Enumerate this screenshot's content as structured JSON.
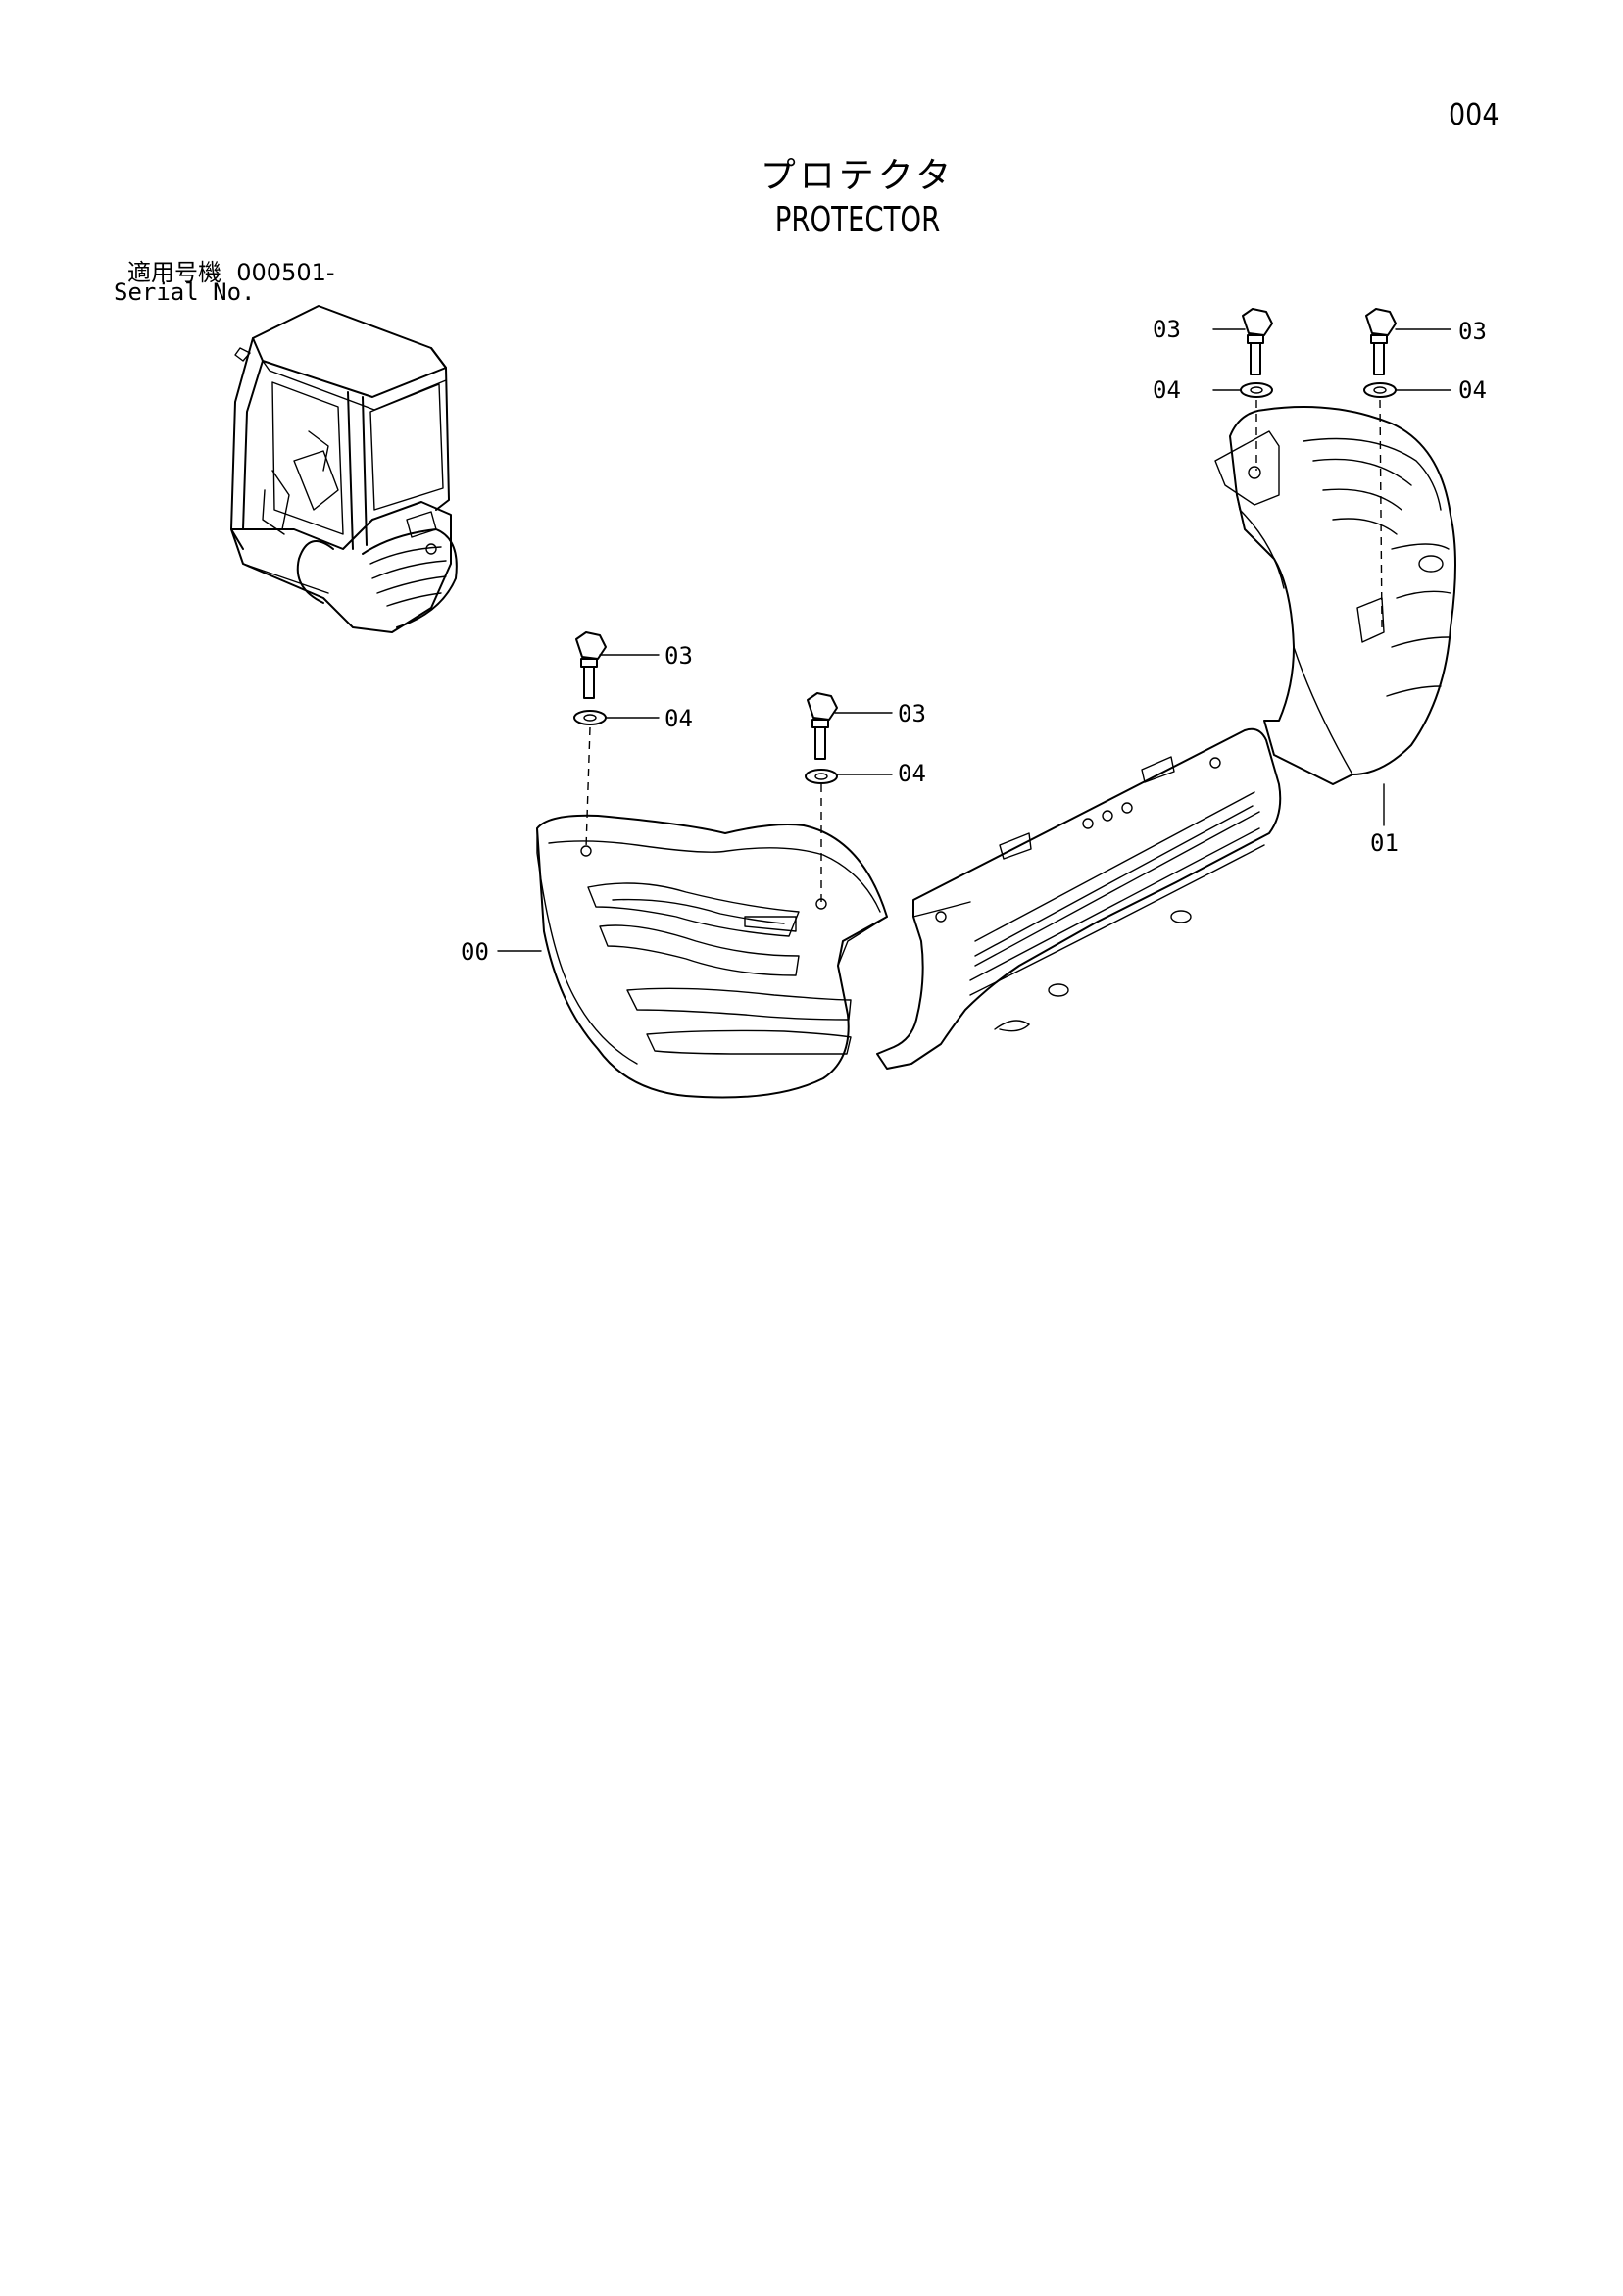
{
  "page_number": "004",
  "title_jp": "プロテクタ",
  "title_en": "PROTECTOR",
  "serial": {
    "label_jp": "適用号機",
    "value": "000501-",
    "label_en": "Serial No."
  },
  "callouts": {
    "p00": "00",
    "p01": "01",
    "p03": "03",
    "p04": "04"
  },
  "parts": [
    {
      "ref": "00"
    },
    {
      "ref": "01"
    },
    {
      "ref": "03"
    },
    {
      "ref": "04"
    }
  ]
}
